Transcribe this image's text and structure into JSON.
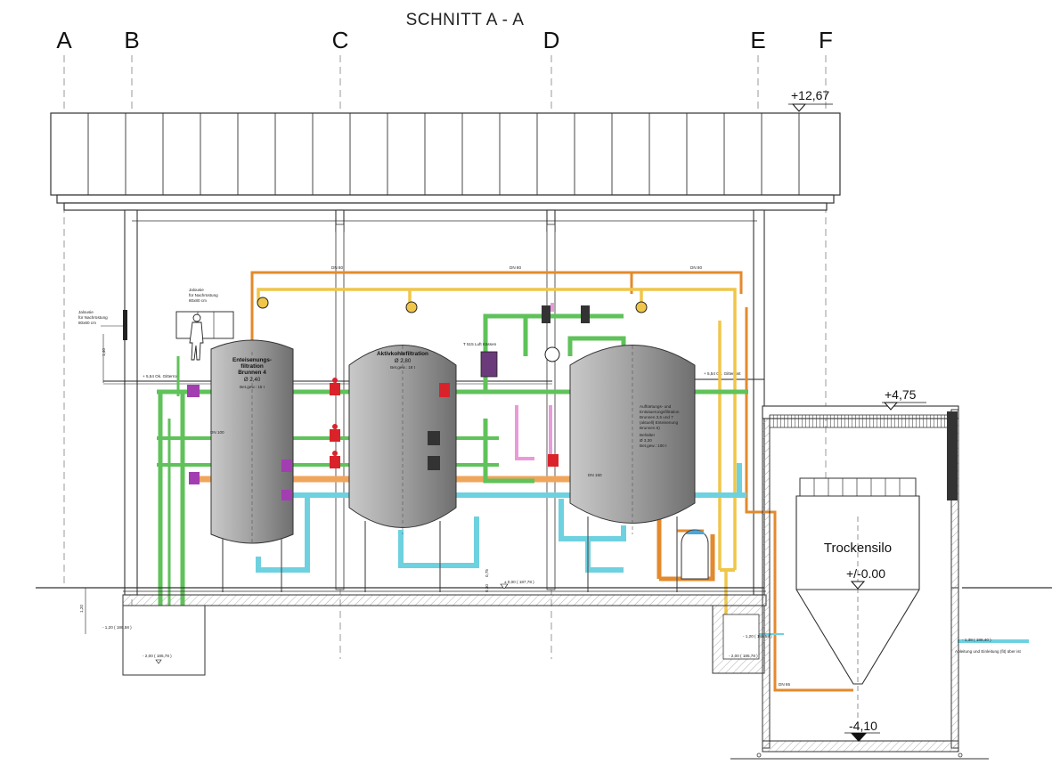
{
  "title": "SCHNITT A - A",
  "axes": [
    "A",
    "B",
    "C",
    "D",
    "E",
    "F"
  ],
  "elevations": {
    "roof_top": "+12,67",
    "silo_roof": "+4,75",
    "zero": "+/-0.00",
    "pit_bottom": "-4,10",
    "floor_level": "± 0,00 ( 187,78 )",
    "sump_1": "- 1,20 ( 186,58 )",
    "sump_2": "- 2,00 ( 185,78 )",
    "sump_3": "- 2,00 ( 185,78 )",
    "sump_4": "- 1,20 ( 186,58 )",
    "outside": "- 1,38 ( 186,40 )",
    "gitterrost_left": "+ 5,54 Ok. Gitterrost",
    "gitterrost_right": "+ 5,54 Ok. Gitterrost"
  },
  "dimensions": {
    "jal_height": "1,40",
    "found_depth": "1,20",
    "slab": "0,30",
    "slab2": "0,75"
  },
  "jalousie_left": [
    "Jalousie",
    "für Nachrüstung",
    "80x80 cm"
  ],
  "jalousie_top": [
    "Jalousie",
    "für Nachrüstung",
    "80x80 cm"
  ],
  "tanks": {
    "t1": {
      "lines": [
        "Enteisenungs-",
        "filtration",
        "Brunnen 4",
        "Ø 2,40",
        "Bet.gew.: 15 t"
      ]
    },
    "t2": {
      "lines": [
        "Aktivkohlefiltration",
        "Ø 2,80",
        "Bet.gew.: 18 t"
      ]
    },
    "t3": {
      "lines": [
        "Aufhärtungs- und",
        "Entsäuerungsfiltration",
        "Brunnen 3,5 und 7",
        "(aktuell) Enteisenung",
        "Brunnen 6)",
        "Behälter",
        "Ø 3,30",
        "Bet.gew.: 100 t"
      ]
    }
  },
  "pump_label": "T 515 Luft Kässen",
  "silo": "Trockensilo",
  "pipe_labels": {
    "dn80_a": "DN 80",
    "dn80_b": "DN 80",
    "dn80_c": "DN 80",
    "dn100": "DN 100",
    "dn150": "DN 150",
    "dn65": "DN 65",
    "note_right": "Ableitung und Einleitung (fit) über ist"
  },
  "colors": {
    "raw_water": "#e38a2c",
    "filtrate": "#f0c64a",
    "process": "#5fc25a",
    "clean": "#6ed1e0",
    "valve_red": "#d9222a",
    "valve_purple": "#a23db2",
    "tank_gray": "#a8a8a8",
    "line": "#222222"
  }
}
